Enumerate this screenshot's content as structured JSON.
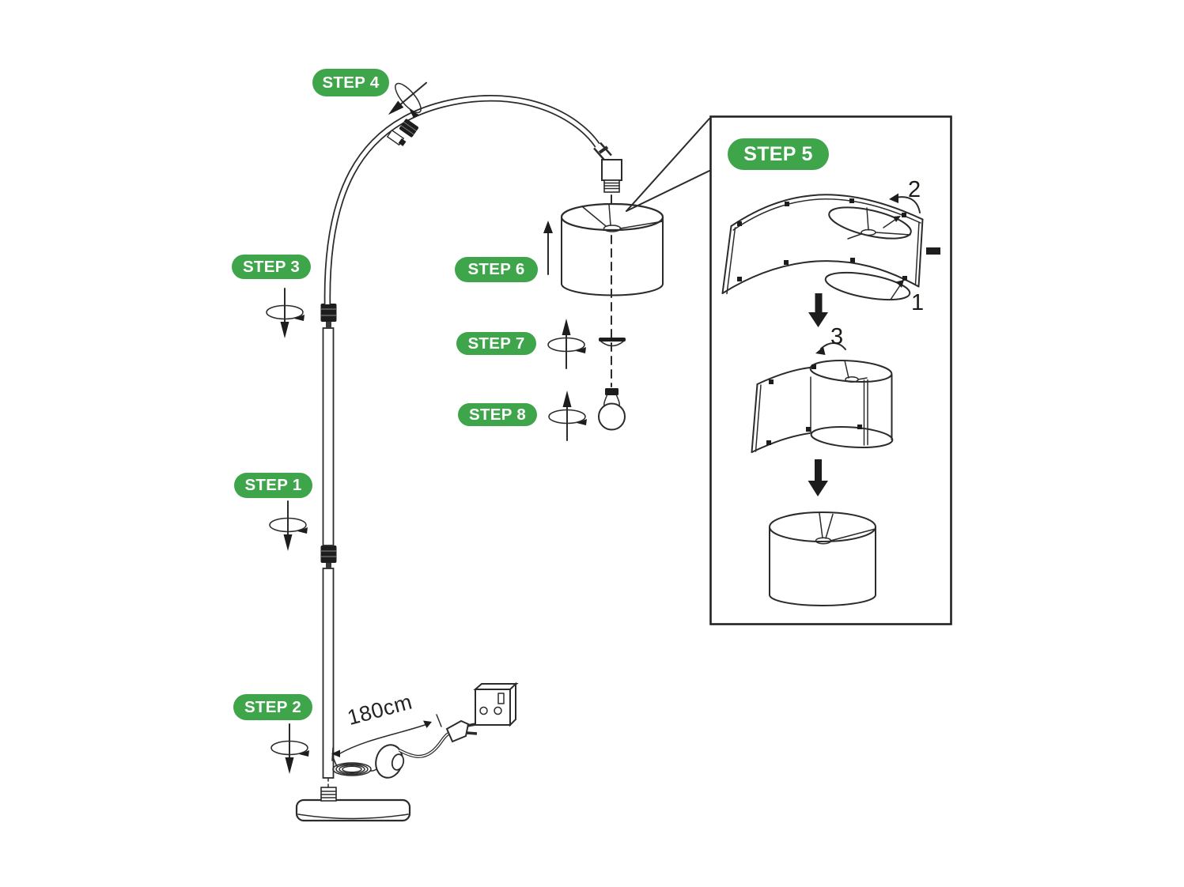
{
  "figure": {
    "title": "Arc floor lamp assembly instructions",
    "badge_color": "#3EA54B",
    "badge_text_color": "#FFFFFF",
    "line_color": "#2B2B2B",
    "background_color": "#FFFFFF"
  },
  "steps": [
    {
      "label": "STEP 1"
    },
    {
      "label": "STEP 2"
    },
    {
      "label": "STEP 3"
    },
    {
      "label": "STEP 4"
    },
    {
      "label": "STEP 5"
    },
    {
      "label": "STEP 6"
    },
    {
      "label": "STEP 7"
    },
    {
      "label": "STEP 8"
    }
  ],
  "annotations": {
    "cord_length": "180cm",
    "shade_sequence_labels": [
      "1",
      "2",
      "3"
    ]
  },
  "icons": {
    "rotate_down": "rotate-screw-down-icon",
    "rotate_up": "rotate-screw-up-icon",
    "lift": "arrow-up-icon",
    "insert": "thick-arrow-down-icon"
  }
}
